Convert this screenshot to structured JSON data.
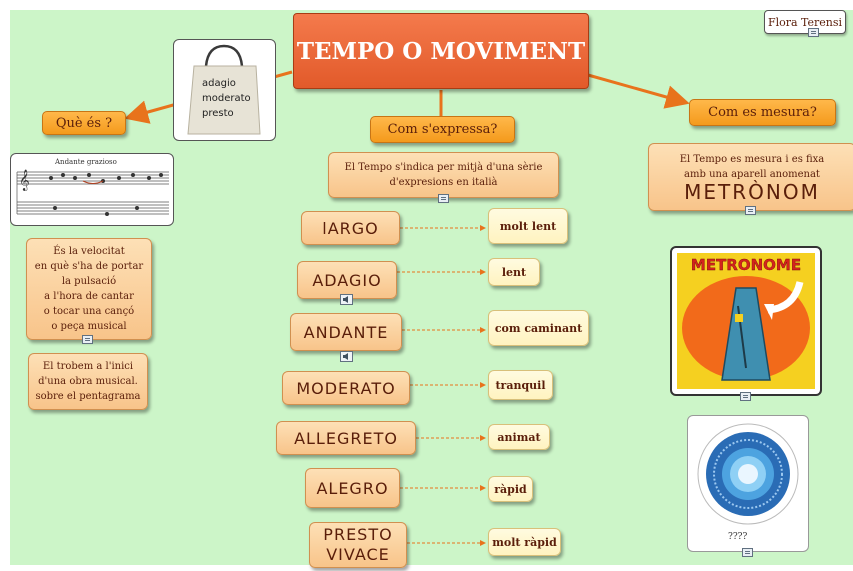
{
  "author": "Flora Terensi",
  "title": "TEMPO O MOVIMENT",
  "questions": {
    "what": "Què és ?",
    "how_expressed": "Com s'expressa?",
    "how_measured": "Com es mesura?"
  },
  "bag_words": [
    "adagio",
    "moderato",
    "presto"
  ],
  "score_caption": "Andante grazioso",
  "definition": [
    "És la velocitat",
    "en què s'ha de portar",
    "la pulsació",
    "a l'hora de cantar",
    "o tocar una cançó",
    "o peça musical"
  ],
  "location_note": [
    "El trobem a l'inici",
    "d'una obra musical.",
    "sobre el pentagrama"
  ],
  "expression_note": [
    "El Tempo s'indica per mitjà d'una sèrie",
    "d'expresions en italià"
  ],
  "measure_note": [
    "El Tempo es mesura i es fixa",
    "amb una aparell anomenat"
  ],
  "metronome_word": "METRÒNOM",
  "metronome_label": "METRONOME",
  "dial_label": "????",
  "tempos": [
    {
      "term": "lARGO",
      "meaning": "molt lent"
    },
    {
      "term": "ADAGIO",
      "meaning": "lent"
    },
    {
      "term": "ANDANTE",
      "meaning": "com caminant"
    },
    {
      "term": "MODERATO",
      "meaning": "tranquil"
    },
    {
      "term": "ALLEGRETO",
      "meaning": "animat"
    },
    {
      "term": "ALEGRO",
      "meaning": "ràpid"
    },
    {
      "term": "PRESTO VIVACE",
      "meaning": "molt ràpid"
    }
  ],
  "colors": {
    "background": "#ccf5c8",
    "title": "#e25a2a",
    "question": "#f49a1c",
    "connector": "#e8731c"
  }
}
